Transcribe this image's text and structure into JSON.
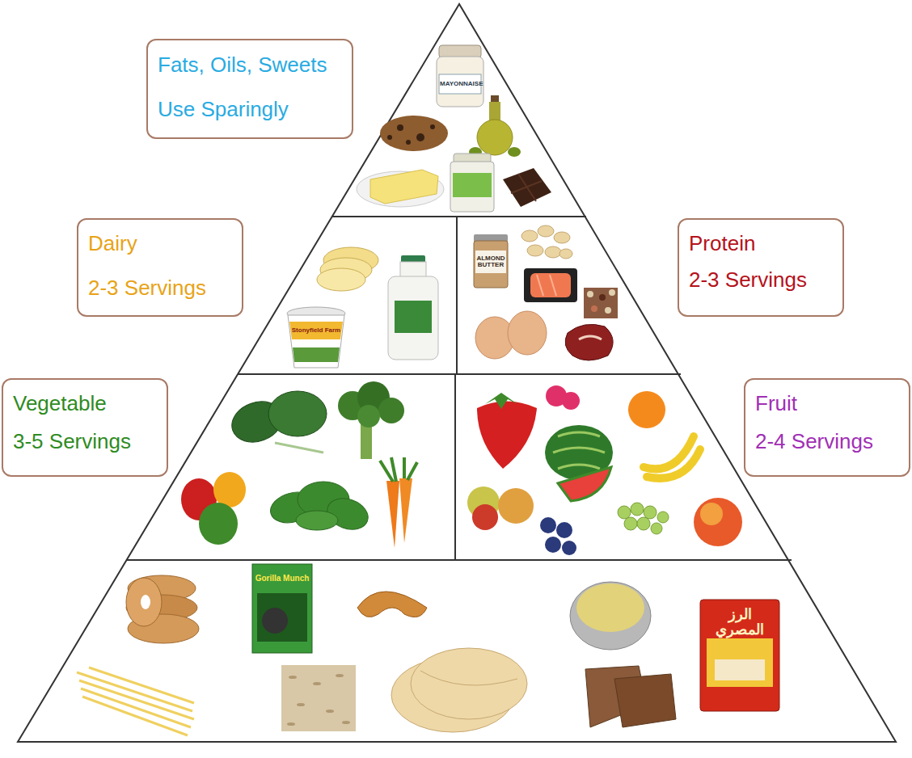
{
  "diagram": {
    "nodes": [
      {
        "text": [
          "Fats, Oils, Sweets",
          "Use Sparingly"
        ]
      },
      {
        "text": [
          "Dairy",
          "2-3 Servings"
        ]
      },
      {
        "text": [
          "Protein",
          "2-3 Servings"
        ]
      },
      {
        "text": [
          "Vegetable",
          "3-5 Servings"
        ]
      },
      {
        "text": [
          "Fruit",
          "2-4 Servings"
        ]
      }
    ],
    "labels": [
      "MAYONNAISE",
      "Stonyfield Farm",
      "ALMOND BUTTER",
      "Gorilla Munch",
      "الرز المصري"
    ]
  }
}
